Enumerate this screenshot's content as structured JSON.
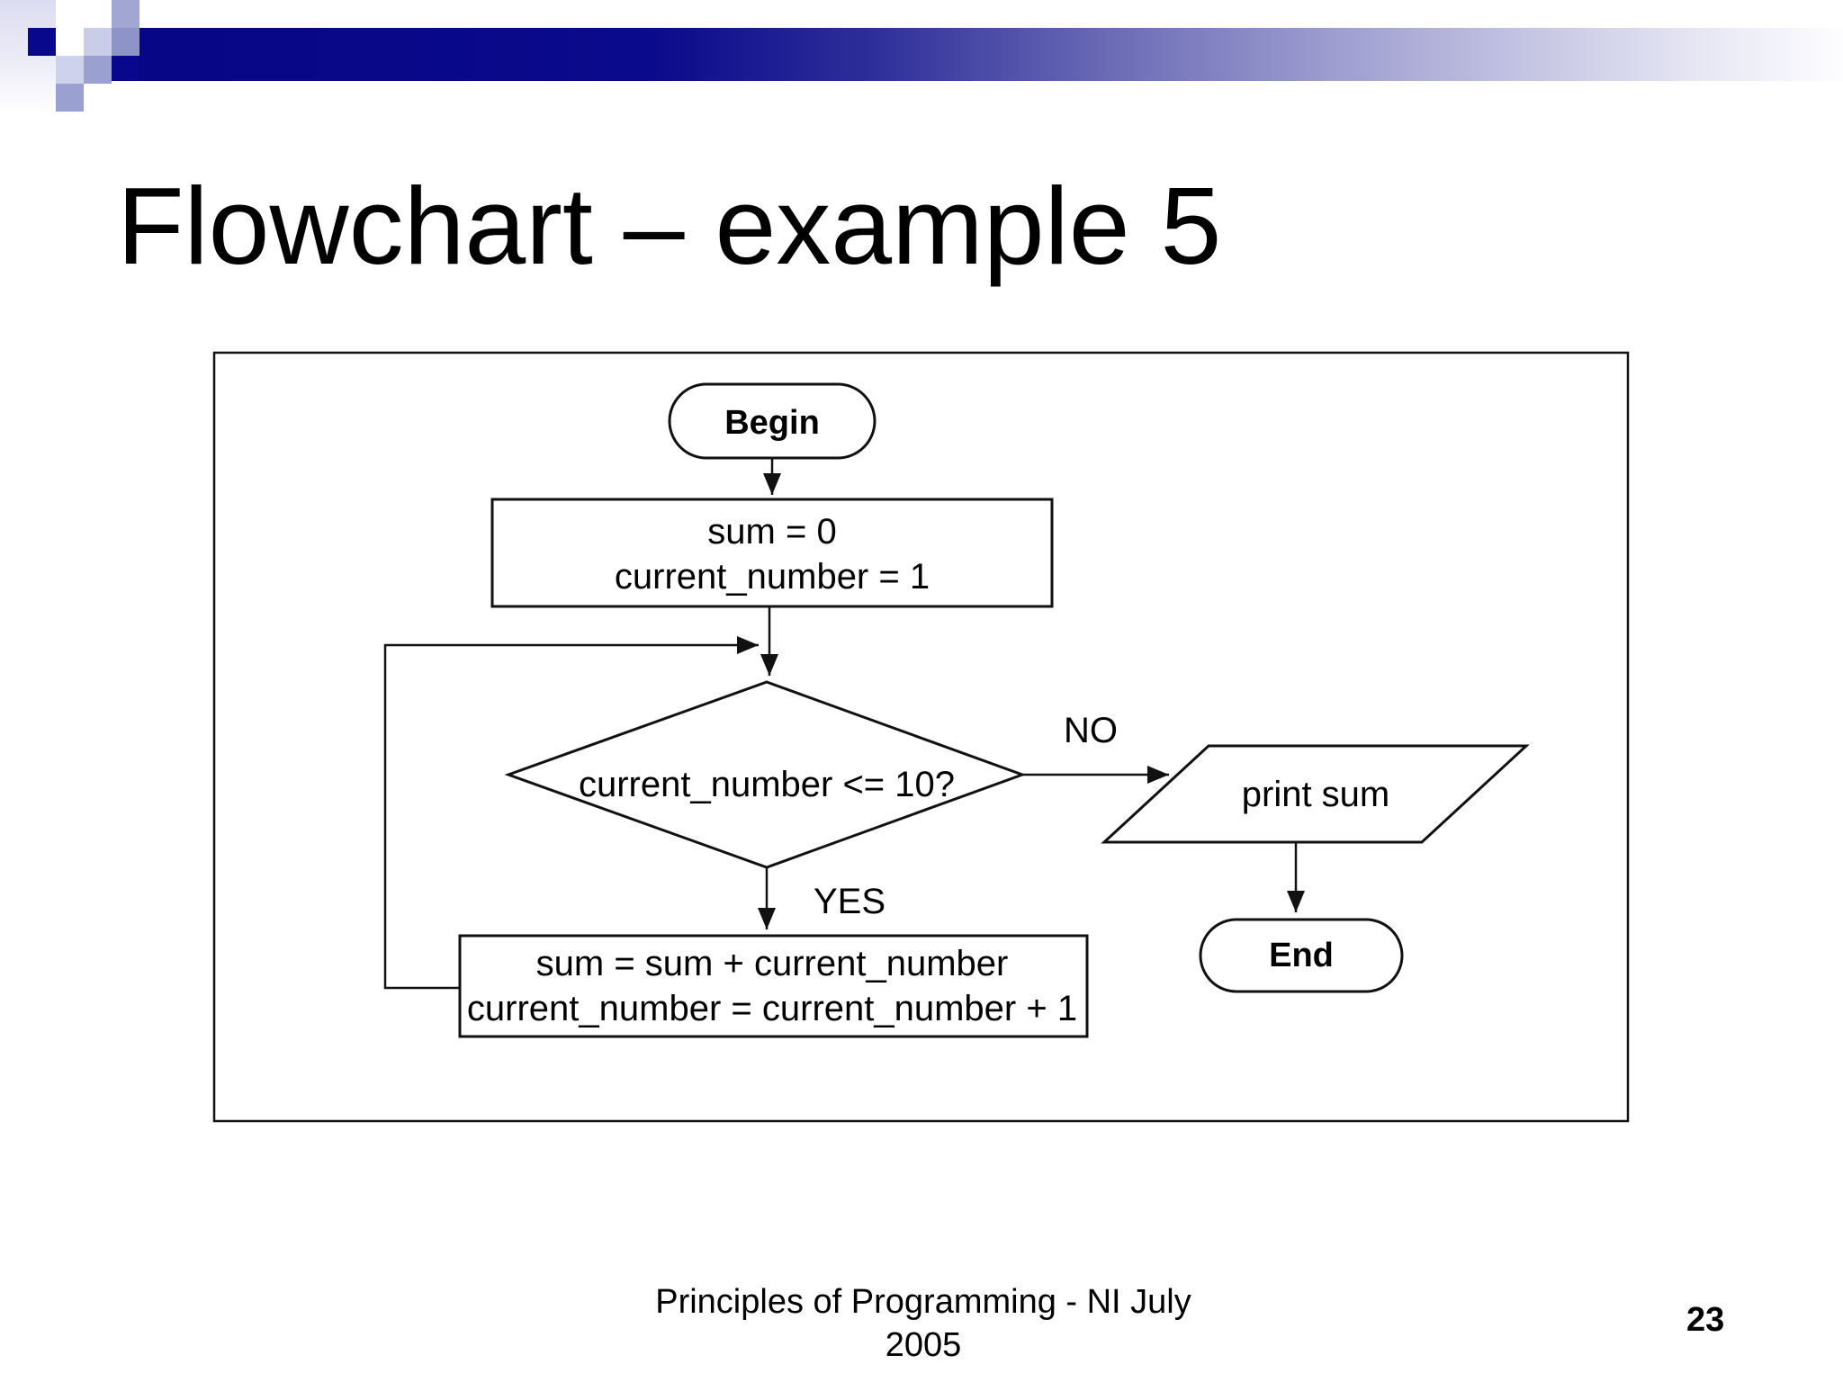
{
  "slide": {
    "title": "Flowchart – example 5",
    "footer_line1": "Principles of Programming - NI July",
    "footer_line2": "2005",
    "page_number": "23"
  },
  "flowchart": {
    "begin_label": "Begin",
    "init_line1": "sum = 0",
    "init_line2": "current_number = 1",
    "decision_label": "current_number <= 10?",
    "no_label": "NO",
    "yes_label": "YES",
    "body_line1": "sum = sum + current_number",
    "body_line2": "current_number = current_number + 1",
    "output_label": "print sum",
    "end_label": "End"
  },
  "colors": {
    "banner_navy": "#08088c",
    "banner_mid": "#9aa0cf",
    "banner_light": "#c9cde8",
    "ink": "#000000",
    "background": "#ffffff"
  }
}
